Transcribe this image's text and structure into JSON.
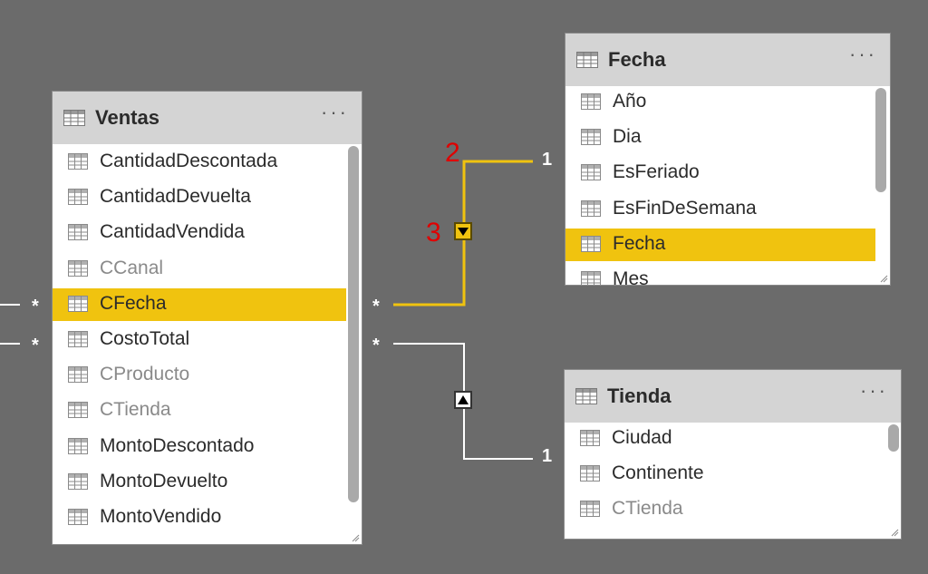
{
  "tables": {
    "ventas": {
      "title": "Ventas",
      "more": "···",
      "fields": [
        {
          "name": "CantidadDescontada",
          "state": "normal"
        },
        {
          "name": "CantidadDevuelta",
          "state": "normal"
        },
        {
          "name": "CantidadVendida",
          "state": "normal"
        },
        {
          "name": "CCanal",
          "state": "hidden"
        },
        {
          "name": "CFecha",
          "state": "highlighted"
        },
        {
          "name": "CostoTotal",
          "state": "normal"
        },
        {
          "name": "CProducto",
          "state": "hidden"
        },
        {
          "name": "CTienda",
          "state": "hidden"
        },
        {
          "name": "MontoDescontado",
          "state": "normal"
        },
        {
          "name": "MontoDevuelto",
          "state": "normal"
        },
        {
          "name": "MontoVendido",
          "state": "normal"
        }
      ]
    },
    "fecha": {
      "title": "Fecha",
      "more": "···",
      "fields": [
        {
          "name": "Año",
          "state": "normal"
        },
        {
          "name": "Dia",
          "state": "normal"
        },
        {
          "name": "EsFeriado",
          "state": "normal"
        },
        {
          "name": "EsFinDeSemana",
          "state": "normal"
        },
        {
          "name": "Fecha",
          "state": "highlighted"
        },
        {
          "name": "Mes",
          "state": "normal"
        }
      ]
    },
    "tienda": {
      "title": "Tienda",
      "more": "···",
      "fields": [
        {
          "name": "Ciudad",
          "state": "normal"
        },
        {
          "name": "Continente",
          "state": "normal"
        },
        {
          "name": "CTienda",
          "state": "hidden"
        }
      ]
    }
  },
  "relationships": {
    "many_marker": "*",
    "one_marker": "1",
    "fecha_filter_direction": "down",
    "tienda_filter_direction": "up"
  },
  "annotations": {
    "a1": "1",
    "a2": "2",
    "a3": "3"
  },
  "colors": {
    "canvas": "#6b6b6b",
    "header": "#d4d4d4",
    "highlight": "#f0c30f",
    "selected_relationship": "#f0c30f",
    "relationship": "#ffffff",
    "annotation": "#e00000",
    "hidden_field_text": "#8a8a8a"
  },
  "icons": {
    "table": "table-grid-icon",
    "field": "column-grid-icon",
    "more": "ellipsis-icon",
    "resize": "resize-grip-icon",
    "filter_down": "filter-arrow-down-icon",
    "filter_up": "filter-arrow-up-icon"
  }
}
